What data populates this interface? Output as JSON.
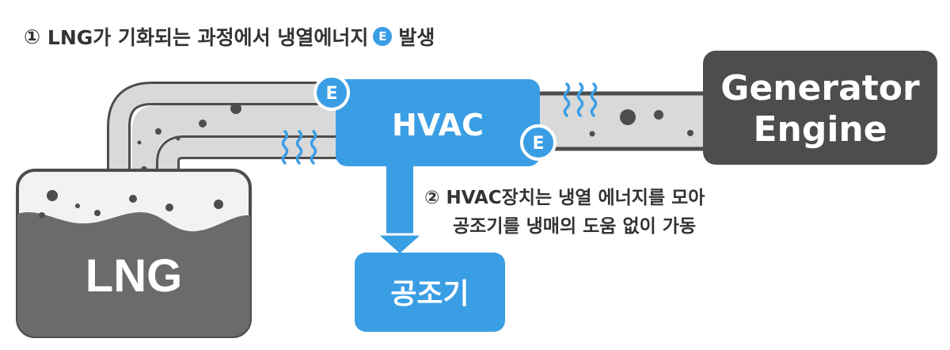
{
  "caption_1": {
    "number": "①",
    "text_before": "LNG가 기화되는 과정에서 냉열에너지",
    "badge": "E",
    "text_after": "발생"
  },
  "caption_2": {
    "number": "②",
    "line1": "HVAC장치는 냉열 에너지를 모아",
    "line2": "공조기를 냉매의 도움 없이 가동"
  },
  "nodes": {
    "lng": "LNG",
    "hvac": "HVAC",
    "air_handler": "공조기",
    "generator_line1": "Generator",
    "generator_line2": "Engine"
  },
  "energy_badge": "E",
  "colors": {
    "blue": "#3a9ee4",
    "dark_gray": "#4d4d4d",
    "tank_gray": "#6b6b6b",
    "pipe_gray": "#d9d9d9",
    "text": "#333333"
  }
}
